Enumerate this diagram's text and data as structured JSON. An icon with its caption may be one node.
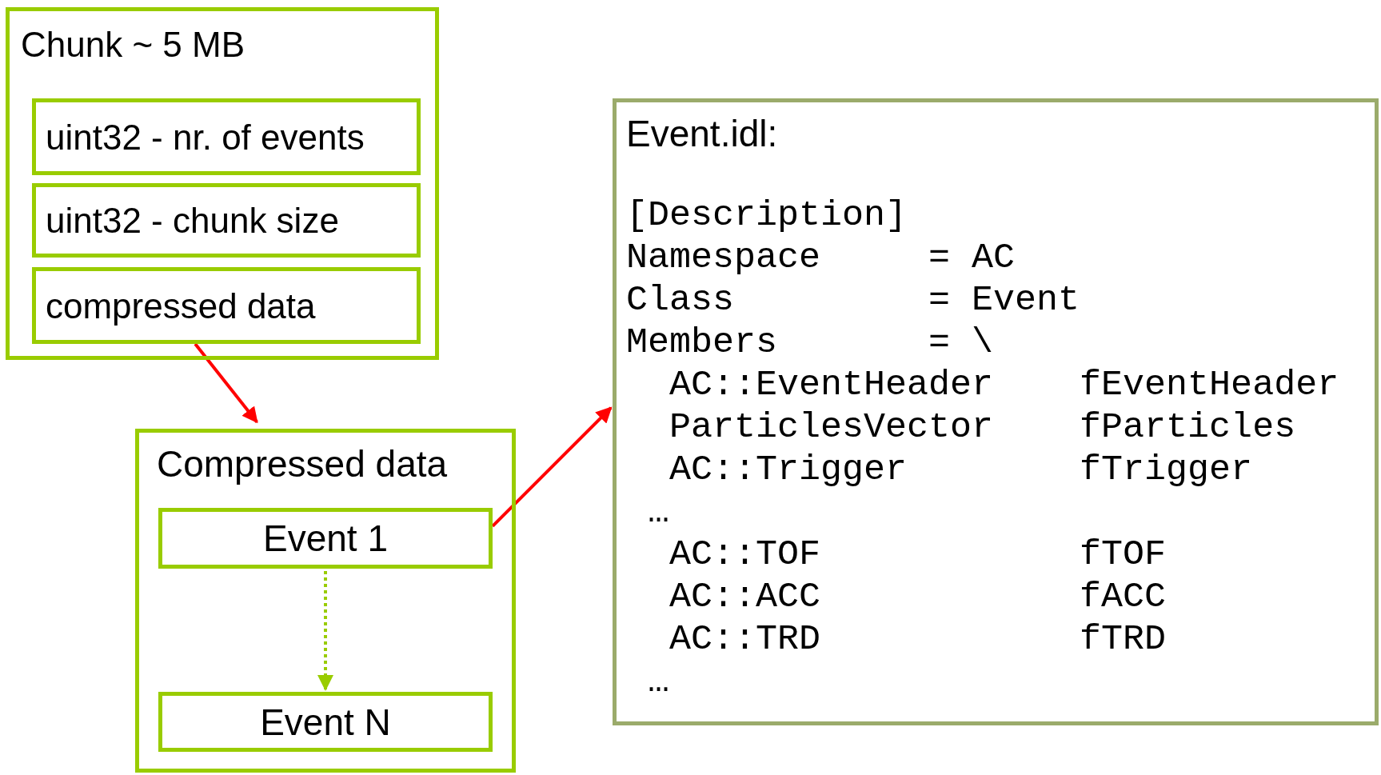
{
  "diagram": {
    "nodes": [
      {
        "text": [
          "Chunk ~ 5 MB"
        ]
      },
      {
        "text": [
          "uint32 - nr. of events"
        ],
        "in": 0
      },
      {
        "text": [
          "uint32 - chunk size"
        ],
        "in": 0
      },
      {
        "text": [
          "compressed data"
        ],
        "in": 0
      },
      {
        "text": [
          "Compressed data"
        ]
      },
      {
        "text": [
          "Event 1"
        ],
        "in": 4
      },
      {
        "text": [
          "Event N"
        ],
        "in": 4
      },
      {
        "text": [
          "Event.idl:",
          "[Description]",
          "Namespace     = AC",
          "Class         = Event",
          "Members       = \\",
          "  AC::EventHeader    fEventHeader",
          "  ParticlesVector    fParticles",
          "  AC::Trigger        fTrigger",
          " …",
          "  AC::TOF            fTOF",
          "  AC::ACC            fACC",
          "  AC::TRD            fTRD",
          " …"
        ]
      }
    ],
    "edges": [
      {
        "from": 3,
        "to": 4,
        "arrow": "to"
      },
      {
        "from": 5,
        "to": 7,
        "arrow": "to"
      },
      {
        "from": 5,
        "to": 6,
        "arrow": "to",
        "style": "dashed",
        "color": "#99cc00"
      }
    ]
  }
}
